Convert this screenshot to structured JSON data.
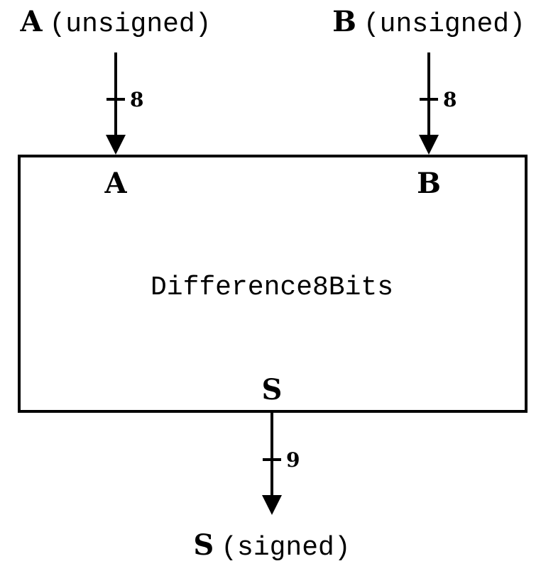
{
  "inputs": {
    "a": {
      "name": "A",
      "type": "(unsigned)",
      "width": "8",
      "port": "A"
    },
    "b": {
      "name": "B",
      "type": "(unsigned)",
      "width": "8",
      "port": "B"
    }
  },
  "output": {
    "name": "S",
    "type": "(signed)",
    "width": "9",
    "port": "S"
  },
  "block": {
    "name": "Difference8Bits"
  },
  "colors": {
    "stroke": "#000000",
    "background": "#ffffff"
  }
}
